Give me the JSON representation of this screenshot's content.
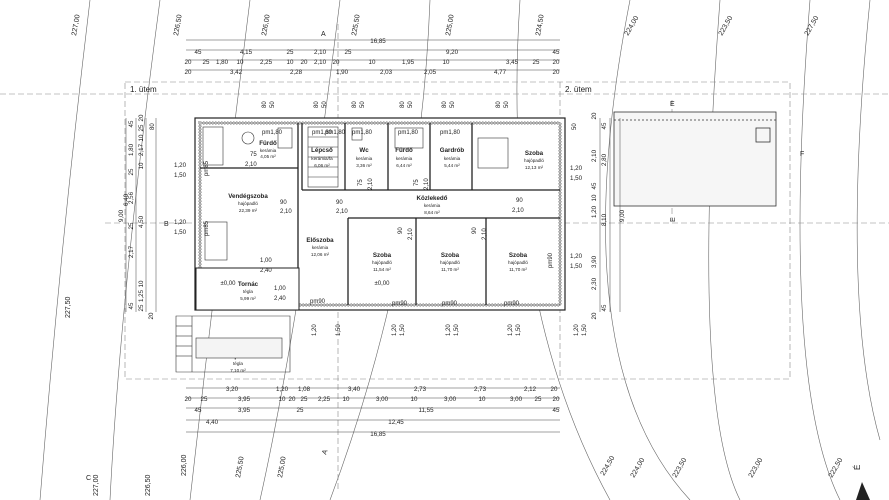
{
  "sheet_labels": {
    "section_a_top": "A",
    "section_a_bottom": "A",
    "section_b": "B",
    "section_c": "C",
    "section_e_top": "E",
    "section_e_bottom": "E",
    "section_f": "F",
    "floor_1": "1. ütem",
    "floor_2": "2. ütem",
    "north_mark": "É"
  },
  "rooms": [
    {
      "name": "Fürdő",
      "floor": "kerámia",
      "area": "4,05 m²"
    },
    {
      "name": "Lépcső",
      "floor": "kerámia/fa",
      "area": "6,06 m²"
    },
    {
      "name": "Wc",
      "floor": "kerámia",
      "area": "3,36 m²"
    },
    {
      "name": "Fürdő",
      "floor": "kerámia",
      "area": "6,44 m²"
    },
    {
      "name": "Gardrób",
      "floor": "kerámia",
      "area": "5,44 m²"
    },
    {
      "name": "Szoba",
      "floor": "hajópadló",
      "area": "12,13 m²"
    },
    {
      "name": "Vendégszoba",
      "floor": "hajópadló",
      "area": "22,39 m²"
    },
    {
      "name": "Közlekedő",
      "floor": "kerámia",
      "area": "8,64 m²"
    },
    {
      "name": "Előszoba",
      "floor": "kerámia",
      "area": "12,06 m²"
    },
    {
      "name": "Szoba",
      "floor": "hajópadló",
      "area": "11,54 m²"
    },
    {
      "name": "Szoba",
      "floor": "hajópadló",
      "area": "11,70 m²"
    },
    {
      "name": "Szoba",
      "floor": "hajópadló",
      "area": "11,70 m²"
    },
    {
      "name": "Tornác",
      "floor": "tégla",
      "area": "5,99 m²"
    },
    {
      "name": "Lépcső",
      "floor": "tégla",
      "area": "7,10 m²"
    }
  ],
  "levels": {
    "ground": "±0,00",
    "porch": "±0,00"
  },
  "dims_top": {
    "total": "16,85",
    "row1": [
      "45",
      "4,15",
      "25",
      "2,10",
      "25",
      "9,20",
      "45"
    ],
    "row2": [
      "20",
      "25",
      "1,80",
      "10",
      "2,25",
      "10",
      "20",
      "2,10",
      "20",
      "10",
      "1,95",
      "10",
      "3,45",
      "25",
      "20"
    ],
    "row3": [
      "20",
      "3,42",
      "2,28",
      "1,90",
      "2,03",
      "2,05",
      "4,77",
      "20"
    ]
  },
  "dims_bottom": {
    "row1": [
      "3,20",
      "1,20",
      "1,08",
      "3,40",
      "2,73",
      "2,73",
      "2,12",
      "20"
    ],
    "row2": [
      "20",
      "25",
      "3,95",
      "10",
      "20",
      "25",
      "2,25",
      "10",
      "3,00",
      "10",
      "3,00",
      "10",
      "3,00",
      "25",
      "20"
    ],
    "row3": [
      "45",
      "3,95",
      "25",
      "11,55",
      "45"
    ],
    "row4": [
      "4,40",
      "12,45"
    ],
    "total": "16,85"
  },
  "dims_left": {
    "total": "9,00",
    "row1": [
      "45",
      "1,80",
      "25",
      "2,56",
      "25",
      "2,17",
      "45"
    ],
    "row2": [
      "20",
      "25",
      "10",
      "2,17",
      "10",
      "6,40",
      "4,50",
      "10",
      "1,25",
      "25",
      "20"
    ],
    "windows": [
      "1,20",
      "1,50",
      "1,20",
      "1,50"
    ]
  },
  "dims_right": {
    "total": "9,00",
    "row1": [
      "20",
      "45",
      "2,10",
      "2,80",
      "45",
      "10",
      "1,20",
      "8,10",
      "3,90",
      "2,30",
      "45",
      "20"
    ],
    "windows": [
      "1,20",
      "1,50",
      "1,20",
      "1,50"
    ]
  },
  "openings": {
    "doors": [
      "pm1,80",
      "pm1,80",
      "pm1,80",
      "pm1,80",
      "pm1,80",
      "pm1,80",
      "pm85",
      "pm85",
      "pm90",
      "pm90",
      "pm90",
      "pm90",
      "pm90"
    ],
    "interior": [
      "75",
      "2,10",
      "90",
      "2,10",
      "90",
      "2,10",
      "90",
      "2,10",
      "75",
      "2,10",
      "75",
      "2,10",
      "90",
      "2,10",
      "90",
      "2,10",
      "1,00",
      "2,40",
      "1,00",
      "2,40"
    ],
    "bottom_windows": [
      "1,20",
      "1,50",
      "1,20",
      "1,50",
      "1,20",
      "1,50",
      "1,20",
      "1,50",
      "1,20",
      "1,50"
    ],
    "top_windows": [
      "80",
      "50",
      "80",
      "50",
      "80",
      "50",
      "80",
      "50",
      "80",
      "50",
      "80",
      "50",
      "80",
      "50"
    ]
  },
  "contour_labels": [
    "227,00",
    "226,50",
    "226,00",
    "225,50",
    "225,00",
    "224,50",
    "224,00",
    "223,50",
    "227,50",
    "227,50",
    "227,00",
    "226,50",
    "226,00",
    "225,50",
    "225,00",
    "224,50",
    "224,00",
    "223,50",
    "223,00",
    "222,50"
  ]
}
